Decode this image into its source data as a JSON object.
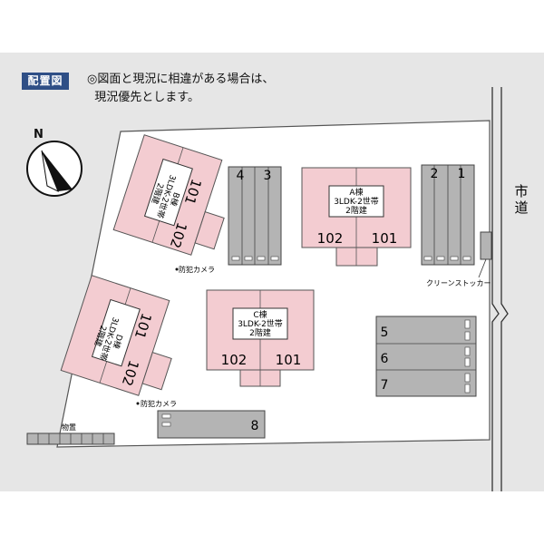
{
  "header": {
    "badge": "配置図",
    "note_line1": "◎図面と現況に相違がある場合は、",
    "note_line2": "現況優先とします。"
  },
  "compass": {
    "label": "N"
  },
  "road": {
    "label_line1": "市",
    "label_line2": "道"
  },
  "buildings": {
    "A": {
      "name": "A棟",
      "type": "3LDK-2世帯",
      "floors": "2階建",
      "unit_left": "102",
      "unit_right": "101"
    },
    "B": {
      "name": "B棟",
      "type": "3LDK-2世帯",
      "floors": "2階建",
      "unit_top": "101",
      "unit_bottom": "102"
    },
    "C": {
      "name": "C棟",
      "type": "3LDK-2世帯",
      "floors": "2階建",
      "unit_left": "102",
      "unit_right": "101"
    },
    "D": {
      "name": "D棟",
      "type": "3LDK-2世帯",
      "floors": "2階建",
      "unit_top": "101",
      "unit_bottom": "102"
    }
  },
  "parking": {
    "p1": "1",
    "p2": "2",
    "p3": "3",
    "p4": "4",
    "p5": "5",
    "p6": "6",
    "p7": "7",
    "p8": "8"
  },
  "labels": {
    "camera_1": "防犯カメラ",
    "camera_2": "防犯カメラ",
    "clean_stocker": "クリーンストッカー",
    "storage": "物置"
  },
  "colors": {
    "building": "#f3ccd1",
    "parking": "#b4b4b4",
    "background": "#e6e6e6",
    "badge": "#2f4f86"
  }
}
